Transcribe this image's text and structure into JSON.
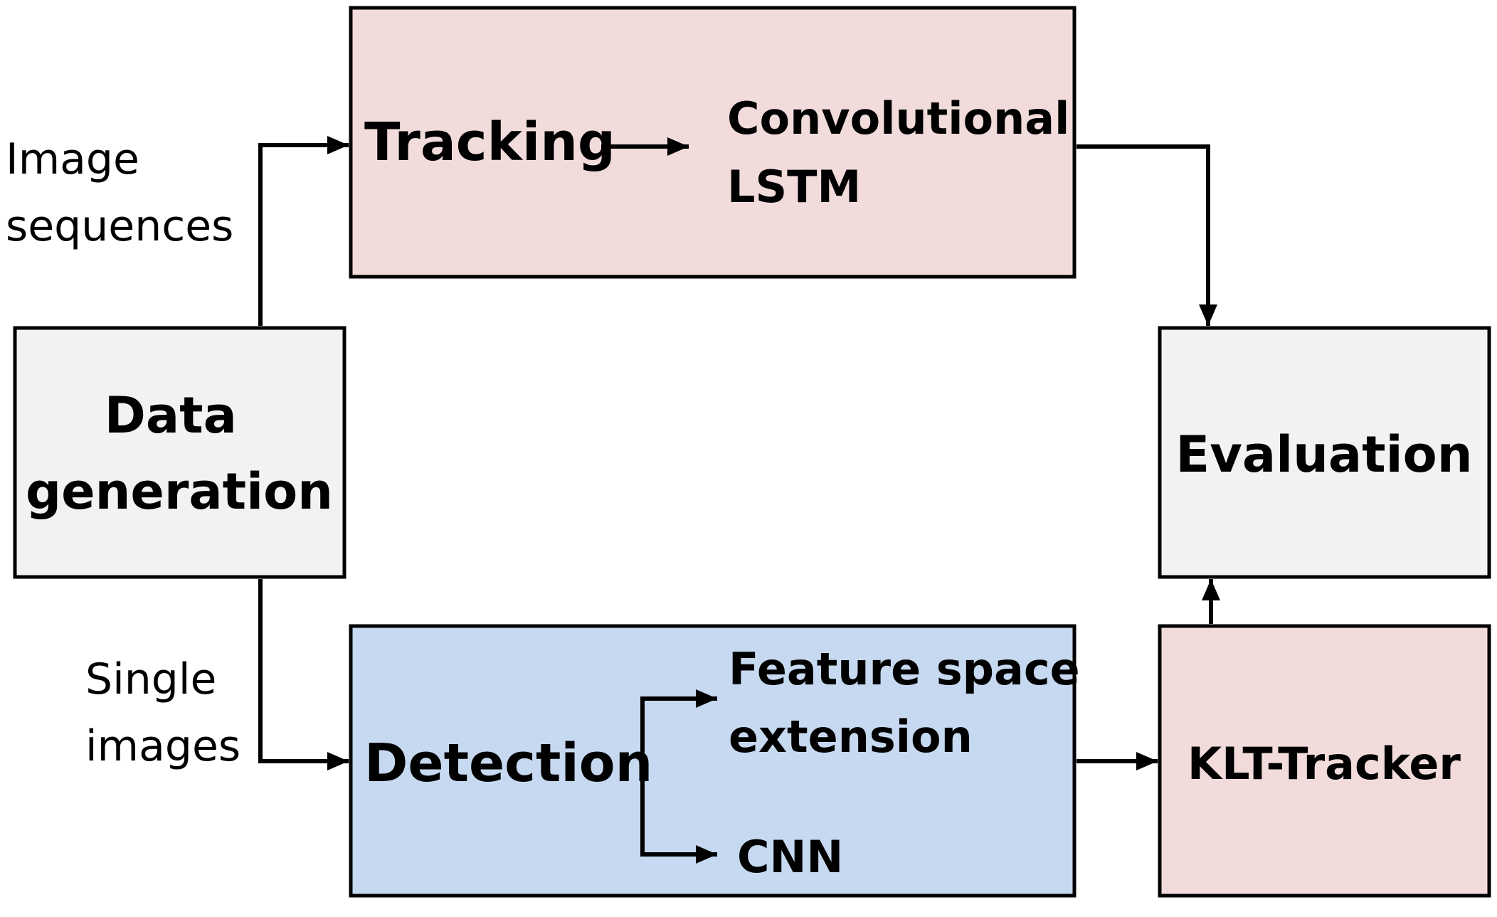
{
  "colors": {
    "tracking_fill": "#f2dcdb",
    "detection_fill": "#c6d9f0",
    "neutral_fill": "#f2f2f2",
    "klt_fill": "#f2dcdb",
    "line": "#000000"
  },
  "nodes": {
    "data_generation": {
      "line1": "Data",
      "line2": "generation"
    },
    "tracking": {
      "label": "Tracking"
    },
    "convolutional_lstm": {
      "line1": "Convolutional",
      "line2": "LSTM"
    },
    "detection": {
      "label": "Detection"
    },
    "feature_space_extension": {
      "line1": "Feature space",
      "line2": "extension"
    },
    "cnn": {
      "label": "CNN"
    },
    "evaluation": {
      "label": "Evaluation"
    },
    "klt_tracker": {
      "label": "KLT-Tracker"
    }
  },
  "edges": {
    "image_sequences": {
      "line1": "Image",
      "line2": "sequences"
    },
    "single_images": {
      "line1": "Single",
      "line2": "images"
    }
  }
}
